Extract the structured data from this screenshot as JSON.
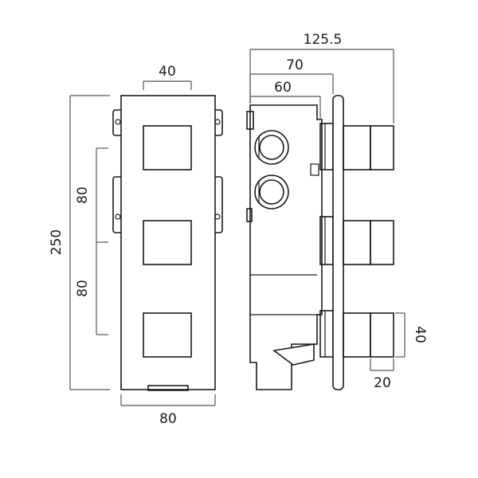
{
  "diagram": {
    "front_view": {
      "dim_width_top": "40",
      "dim_width_bottom": "80",
      "dim_total_height": "250",
      "dim_spacing_upper": "80",
      "dim_spacing_lower": "80"
    },
    "side_view": {
      "dim_depth_total": "125.5",
      "dim_depth_mid": "70",
      "dim_depth_body": "60",
      "dim_handle_diameter": "40",
      "dim_handle_length": "20"
    },
    "colors": {
      "line": "#1a1a1a",
      "dimension_line": "#555555",
      "background": "#ffffff"
    }
  }
}
